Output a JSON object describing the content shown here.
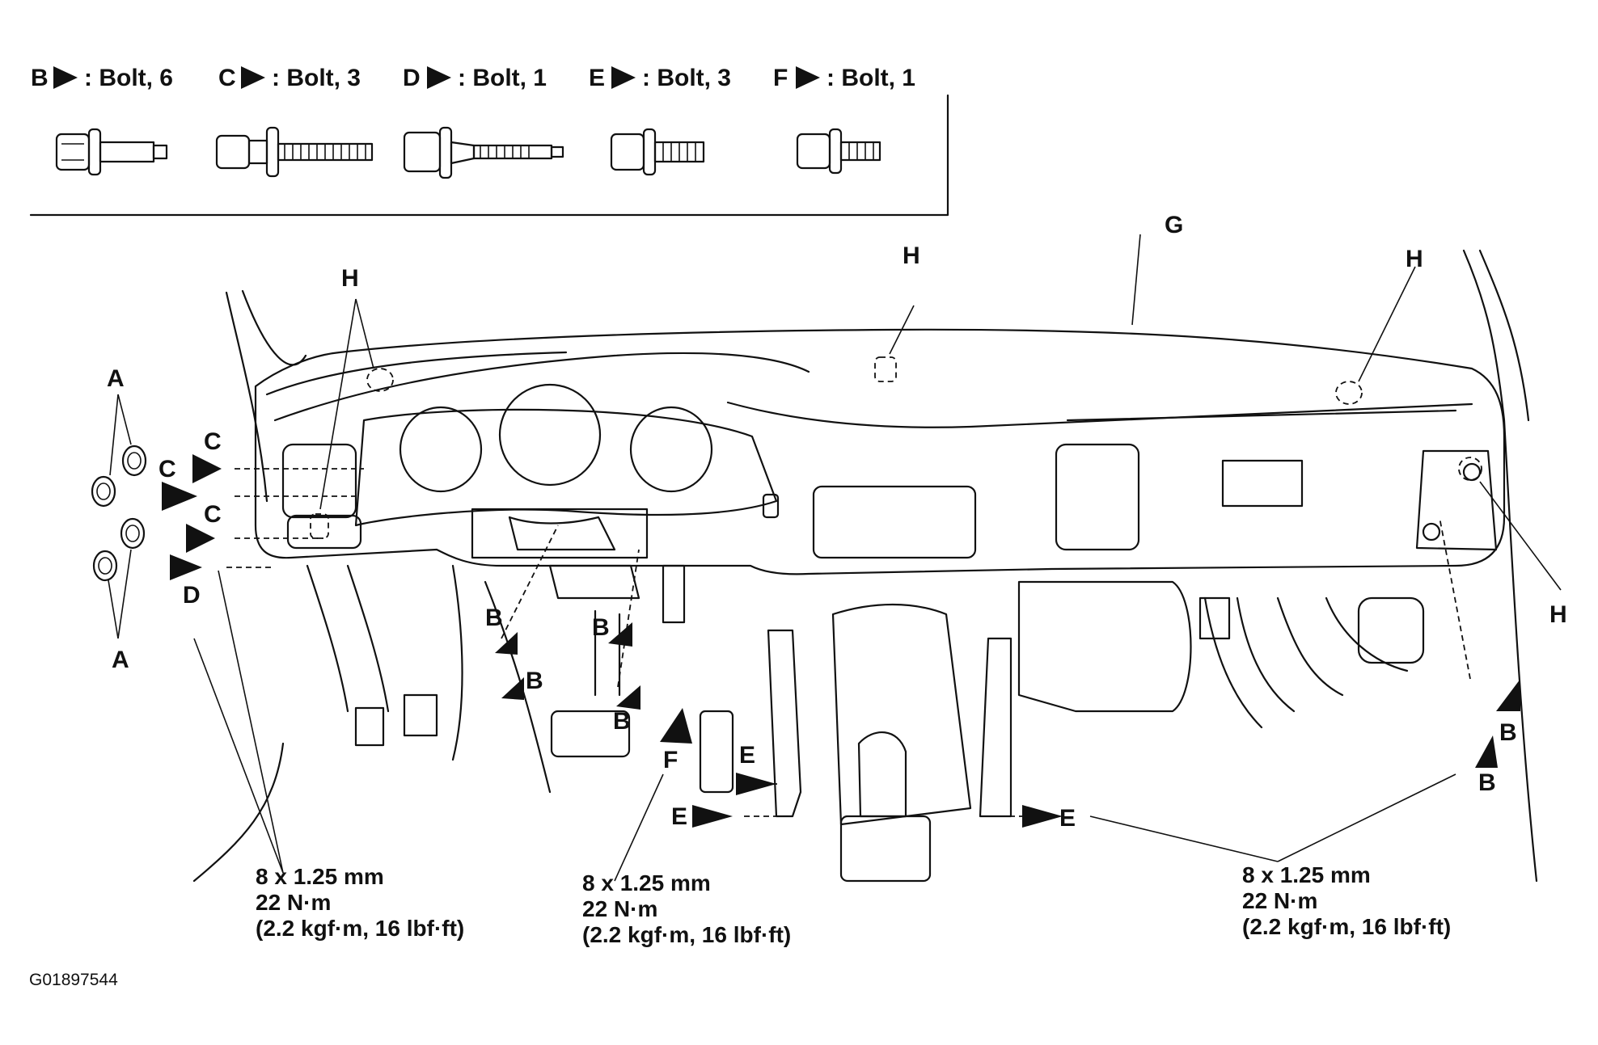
{
  "legend": {
    "items": [
      {
        "letter": "B",
        "text": ": Bolt, 6"
      },
      {
        "letter": "C",
        "text": ": Bolt, 3"
      },
      {
        "letter": "D",
        "text": ": Bolt, 1"
      },
      {
        "letter": "E",
        "text": ": Bolt, 3"
      },
      {
        "letter": "F",
        "text": ": Bolt, 1"
      }
    ]
  },
  "callouts": {
    "A": "A",
    "B": "B",
    "C": "C",
    "D": "D",
    "E": "E",
    "F": "F",
    "G": "G",
    "H": "H"
  },
  "torque_specs": [
    {
      "size": "8 x 1.25 mm",
      "torque": "22 N·m",
      "alt": "(2.2 kgf·m, 16 lbf·ft)"
    },
    {
      "size": "8 x 1.25 mm",
      "torque": "22 N·m",
      "alt": "(2.2 kgf·m, 16 lbf·ft)"
    },
    {
      "size": "8 x 1.25 mm",
      "torque": "22 N·m",
      "alt": "(2.2 kgf·m, 16 lbf·ft)"
    }
  ],
  "figure_id": "G01897544"
}
